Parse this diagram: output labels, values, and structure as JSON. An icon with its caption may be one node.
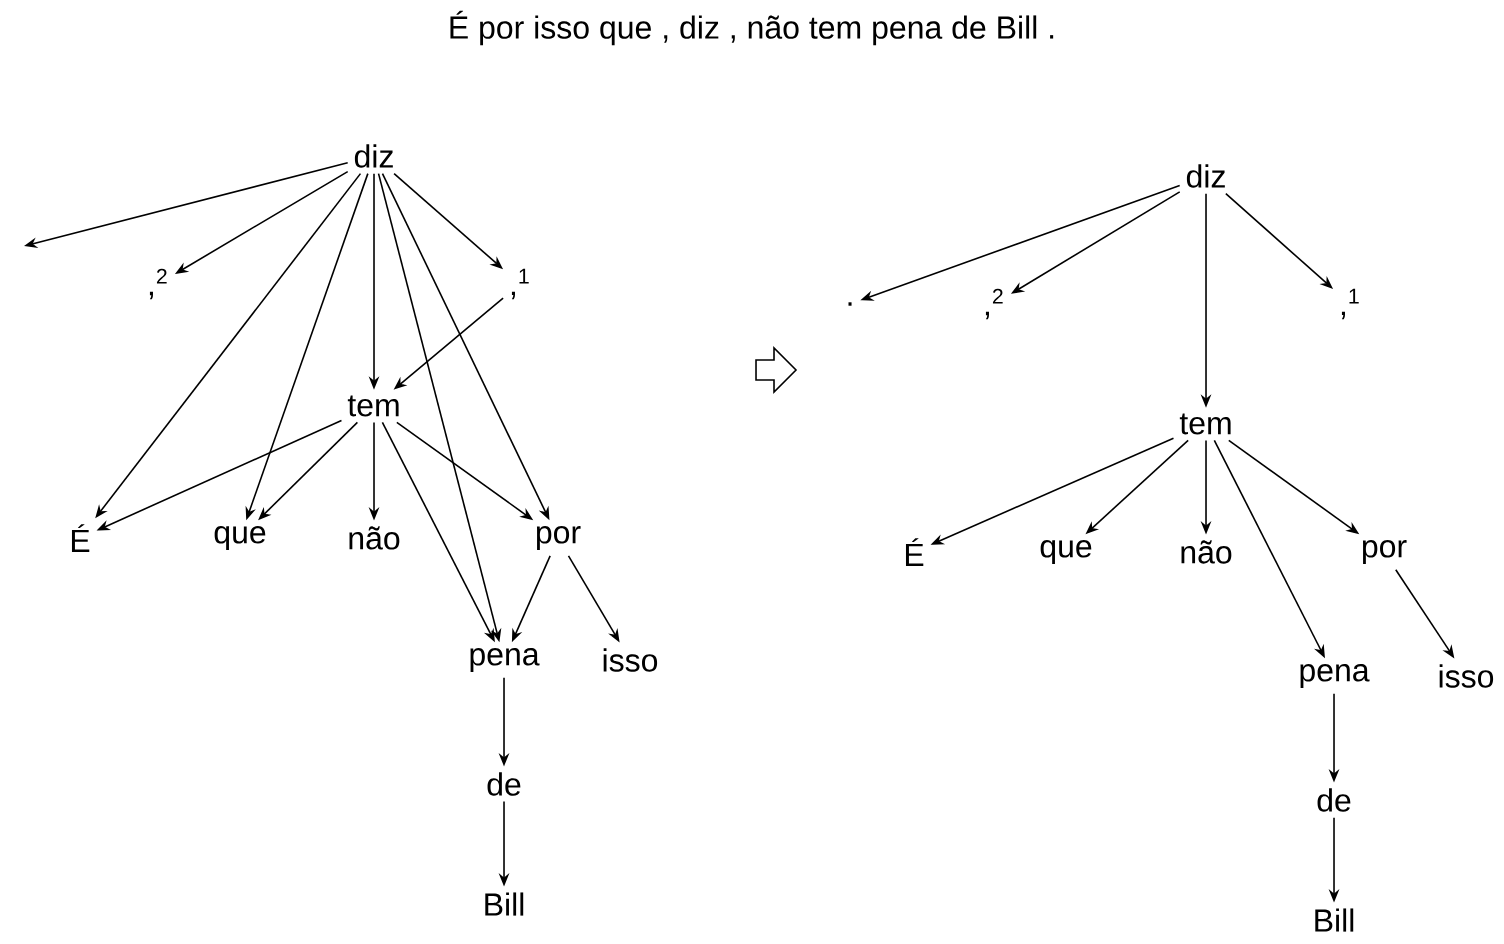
{
  "diagram": {
    "title": "É por isso que , diz , não tem pena de Bill .",
    "nodes": [
      {
        "text": [
          "diz"
        ]
      },
      {
        "text": [
          ",$^{2}$"
        ]
      },
      {
        "text": [
          ",$^{1}$"
        ]
      },
      {
        "text": [
          "tem"
        ]
      },
      {
        "text": [
          "É"
        ]
      },
      {
        "text": [
          "que"
        ]
      },
      {
        "text": [
          "não"
        ]
      },
      {
        "text": [
          "por"
        ]
      },
      {
        "text": [
          "pena"
        ]
      },
      {
        "text": [
          "isso"
        ]
      },
      {
        "text": [
          "de"
        ]
      },
      {
        "text": [
          "Bill"
        ]
      },
      {
        "text": [
          "diz"
        ]
      },
      {
        "text": [
          "."
        ]
      },
      {
        "text": [
          ",$^{2}$"
        ]
      },
      {
        "text": [
          ",$^{1}$"
        ]
      },
      {
        "text": [
          "tem"
        ]
      },
      {
        "text": [
          "É"
        ]
      },
      {
        "text": [
          "que"
        ]
      },
      {
        "text": [
          "não"
        ]
      },
      {
        "text": [
          "por"
        ]
      },
      {
        "text": [
          "pena"
        ]
      },
      {
        "text": [
          "isso"
        ]
      },
      {
        "text": [
          "de"
        ]
      },
      {
        "text": [
          "Bill"
        ]
      }
    ],
    "edges": [
      {
        "from": 0,
        "to": null,
        "arrow": "to"
      },
      {
        "from": 0,
        "to": 1,
        "arrow": "to"
      },
      {
        "from": 0,
        "to": 2,
        "arrow": "to"
      },
      {
        "from": 0,
        "to": 3,
        "arrow": "to"
      },
      {
        "from": 0,
        "to": 4,
        "arrow": "to"
      },
      {
        "from": 0,
        "to": 5,
        "arrow": "to"
      },
      {
        "from": 0,
        "to": 8,
        "arrow": "to"
      },
      {
        "from": 0,
        "to": 7,
        "arrow": "to"
      },
      {
        "from": 2,
        "to": 3,
        "arrow": "to"
      },
      {
        "from": 3,
        "to": 4,
        "arrow": "to"
      },
      {
        "from": 3,
        "to": 5,
        "arrow": "to"
      },
      {
        "from": 3,
        "to": 6,
        "arrow": "to"
      },
      {
        "from": 3,
        "to": 8,
        "arrow": "to"
      },
      {
        "from": 3,
        "to": 7,
        "arrow": "to"
      },
      {
        "from": 7,
        "to": 8,
        "arrow": "to"
      },
      {
        "from": 7,
        "to": 9,
        "arrow": "to"
      },
      {
        "from": 8,
        "to": 10,
        "arrow": "to"
      },
      {
        "from": 10,
        "to": 11,
        "arrow": "to"
      },
      {
        "from": 12,
        "to": 13,
        "arrow": "to"
      },
      {
        "from": 12,
        "to": 14,
        "arrow": "to"
      },
      {
        "from": 12,
        "to": 15,
        "arrow": "to"
      },
      {
        "from": 12,
        "to": 16,
        "arrow": "to"
      },
      {
        "from": 16,
        "to": 17,
        "arrow": "to"
      },
      {
        "from": 16,
        "to": 18,
        "arrow": "to"
      },
      {
        "from": 16,
        "to": 19,
        "arrow": "to"
      },
      {
        "from": 16,
        "to": 21,
        "arrow": "to"
      },
      {
        "from": 16,
        "to": 20,
        "arrow": "to"
      },
      {
        "from": 20,
        "to": 22,
        "arrow": "to"
      },
      {
        "from": 21,
        "to": 23,
        "arrow": "to"
      },
      {
        "from": 23,
        "to": 24,
        "arrow": "to"
      }
    ]
  }
}
